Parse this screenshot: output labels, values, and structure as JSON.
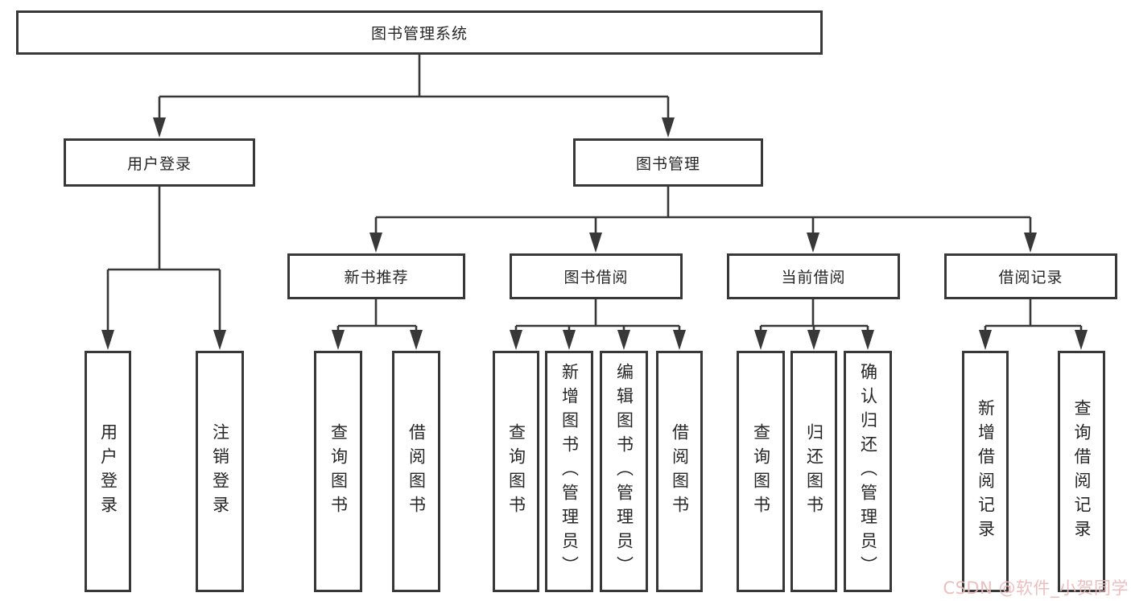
{
  "tree": {
    "label": "图书管理系统",
    "children": [
      {
        "label": "用户登录",
        "children": [
          {
            "label": "用户登录"
          },
          {
            "label": "注销登录"
          }
        ]
      },
      {
        "label": "图书管理",
        "children": [
          {
            "label": "新书推荐",
            "children": [
              {
                "label": "查询图书"
              },
              {
                "label": "借阅图书"
              }
            ]
          },
          {
            "label": "图书借阅",
            "children": [
              {
                "label": "查询图书"
              },
              {
                "label": "新增图书（管理员）"
              },
              {
                "label": "编辑图书（管理员）"
              },
              {
                "label": "借阅图书"
              }
            ]
          },
          {
            "label": "当前借阅",
            "children": [
              {
                "label": "查询图书"
              },
              {
                "label": "归还图书"
              },
              {
                "label": "确认归还（管理员）"
              }
            ]
          },
          {
            "label": "借阅记录",
            "children": [
              {
                "label": "新增借阅记录"
              },
              {
                "label": "查询借阅记录"
              }
            ]
          }
        ]
      }
    ]
  },
  "watermark": {
    "text": "CSDN @软件_小贺同学"
  },
  "colors": {
    "line": "#383838",
    "text": "#262626",
    "node_background": "#ffffff",
    "page_background": "#ffffff",
    "watermark": "#ecb9b9"
  }
}
